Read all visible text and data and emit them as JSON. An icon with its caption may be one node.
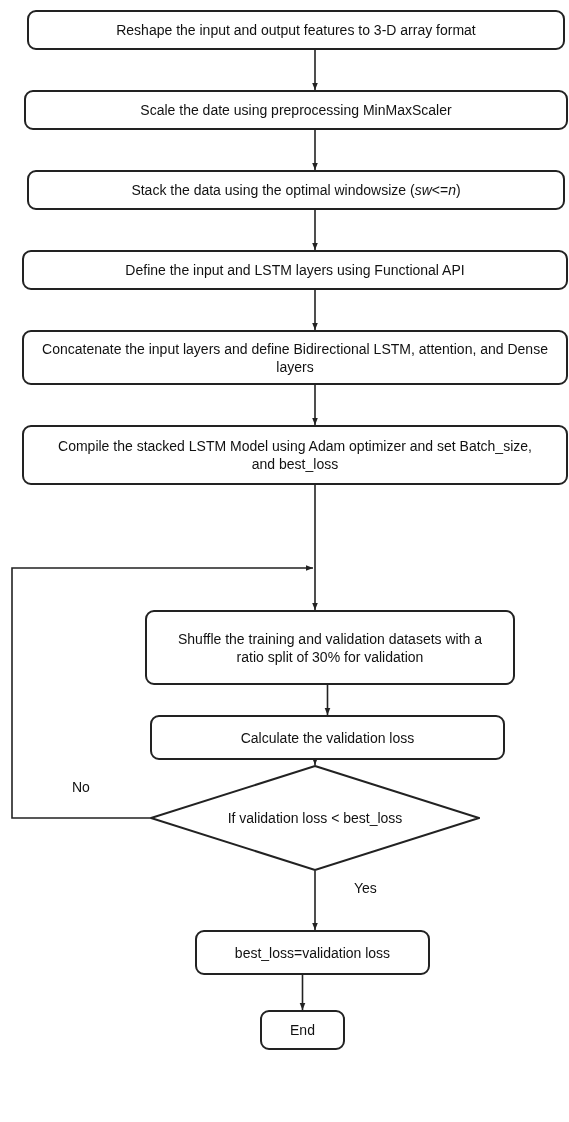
{
  "diagram": {
    "nodes": [
      {
        "text": [
          "Reshape the input and output features to 3-D array format"
        ]
      },
      {
        "text": [
          "Scale the date using preprocessing MinMaxScaler"
        ]
      },
      {
        "text": [
          "Stack the data using the optimal windowsize (*sw*<=*n*)"
        ]
      },
      {
        "text": [
          "Define the input and LSTM layers using Functional API"
        ]
      },
      {
        "text": [
          "Concatenate the input layers and define Bidirectional LSTM, attention, and Dense layers"
        ]
      },
      {
        "text": [
          "Compile the stacked LSTM Model using Adam optimizer and set Batch_size, and best_loss"
        ]
      },
      {
        "text": [
          "Shuffle the training and validation datasets with a ratio split of 30% for validation"
        ]
      },
      {
        "text": [
          "Calculate the validation loss"
        ]
      },
      {
        "text": [
          "If validation loss < best_loss"
        ]
      },
      {
        "text": [
          "best_loss=validation loss"
        ]
      },
      {
        "text": [
          "End"
        ]
      }
    ],
    "edges": [
      {
        "from": 0,
        "to": 1,
        "arrow": "to"
      },
      {
        "from": 1,
        "to": 2,
        "arrow": "to"
      },
      {
        "from": 2,
        "to": 3,
        "arrow": "to"
      },
      {
        "from": 3,
        "to": 4,
        "arrow": "to"
      },
      {
        "from": 4,
        "to": 5,
        "arrow": "to"
      },
      {
        "from": 5,
        "to": 6,
        "arrow": "to"
      },
      {
        "from": 6,
        "to": 7,
        "arrow": "to"
      },
      {
        "from": 7,
        "to": 8,
        "arrow": "to"
      },
      {
        "from": 8,
        "to": 6,
        "arrow": "to",
        "label": "No"
      },
      {
        "from": 8,
        "to": 9,
        "arrow": "to",
        "label": "Yes"
      },
      {
        "from": 9,
        "to": 10,
        "arrow": "to"
      }
    ]
  }
}
